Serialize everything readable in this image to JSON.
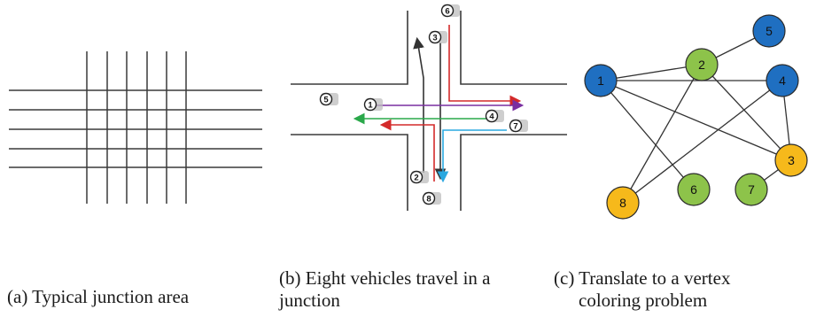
{
  "captions": {
    "a": "(a) Typical junction area",
    "b_line1": "(b) Eight vehicles travel in a",
    "b_line2": "junction",
    "c_line1": "(c) Translate to a vertex",
    "c_line2": "coloring problem"
  },
  "junction_vehicles": [
    "1",
    "2",
    "3",
    "4",
    "5",
    "6",
    "7",
    "8"
  ],
  "graph": {
    "nodes": [
      {
        "id": "1",
        "label": "1",
        "color": "#1f6fc1"
      },
      {
        "id": "2",
        "label": "2",
        "color": "#8dc34a"
      },
      {
        "id": "3",
        "label": "3",
        "color": "#f6b91b"
      },
      {
        "id": "4",
        "label": "4",
        "color": "#1f6fc1"
      },
      {
        "id": "5",
        "label": "5",
        "color": "#1f6fc1"
      },
      {
        "id": "6",
        "label": "6",
        "color": "#8dc34a"
      },
      {
        "id": "7",
        "label": "7",
        "color": "#8dc34a"
      },
      {
        "id": "8",
        "label": "8",
        "color": "#f6b91b"
      }
    ],
    "edges": [
      [
        "1",
        "2"
      ],
      [
        "1",
        "4"
      ],
      [
        "1",
        "3"
      ],
      [
        "1",
        "6"
      ],
      [
        "2",
        "5"
      ],
      [
        "2",
        "8"
      ],
      [
        "2",
        "3"
      ],
      [
        "4",
        "8"
      ],
      [
        "4",
        "3"
      ],
      [
        "3",
        "7"
      ]
    ]
  },
  "colors": {
    "line": "#3a3a3a",
    "arrow_red": "#d42a2a",
    "arrow_purple": "#7a2fa0",
    "arrow_green": "#2aa84a",
    "arrow_blue": "#2aa8e0",
    "arrow_black": "#333333",
    "car": "#bdbdbd"
  }
}
